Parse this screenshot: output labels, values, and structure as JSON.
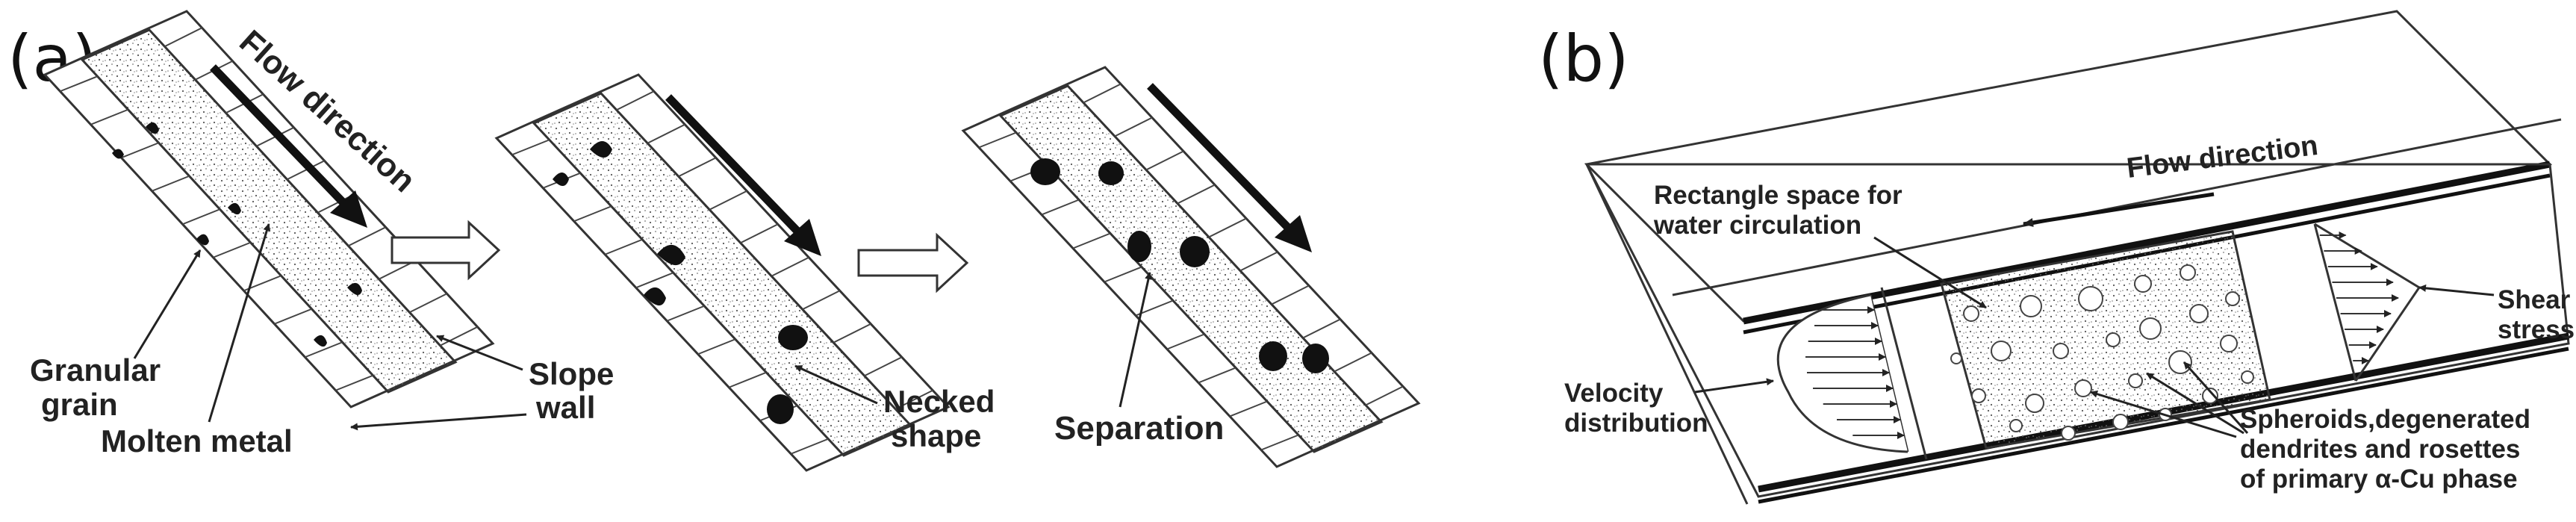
{
  "figure": {
    "panel_a": {
      "label": "(a)",
      "flow_direction": "Flow direction",
      "granular_grain_line1": "Granular",
      "granular_grain_line2": "grain",
      "molten_metal": "Molten metal",
      "slope_wall_line1": "Slope",
      "slope_wall_line2": "wall",
      "necked_shape_line1": "Necked",
      "necked_shape_line2": "shape",
      "separation": "Separation"
    },
    "panel_b": {
      "label": "(b)",
      "flow_direction": "Flow direction",
      "rect_space_line1": "Rectangle space for",
      "rect_space_line2": "water circulation",
      "shear_stress_line1": "Shear",
      "shear_stress_line2": "stress",
      "velocity_line1": "Velocity",
      "velocity_line2": "distribution",
      "spheroids_line1": "Spheroids,degenerated",
      "spheroids_line2": "dendrites and rosettes",
      "spheroids_line3": "of primary α-Cu phase"
    }
  }
}
